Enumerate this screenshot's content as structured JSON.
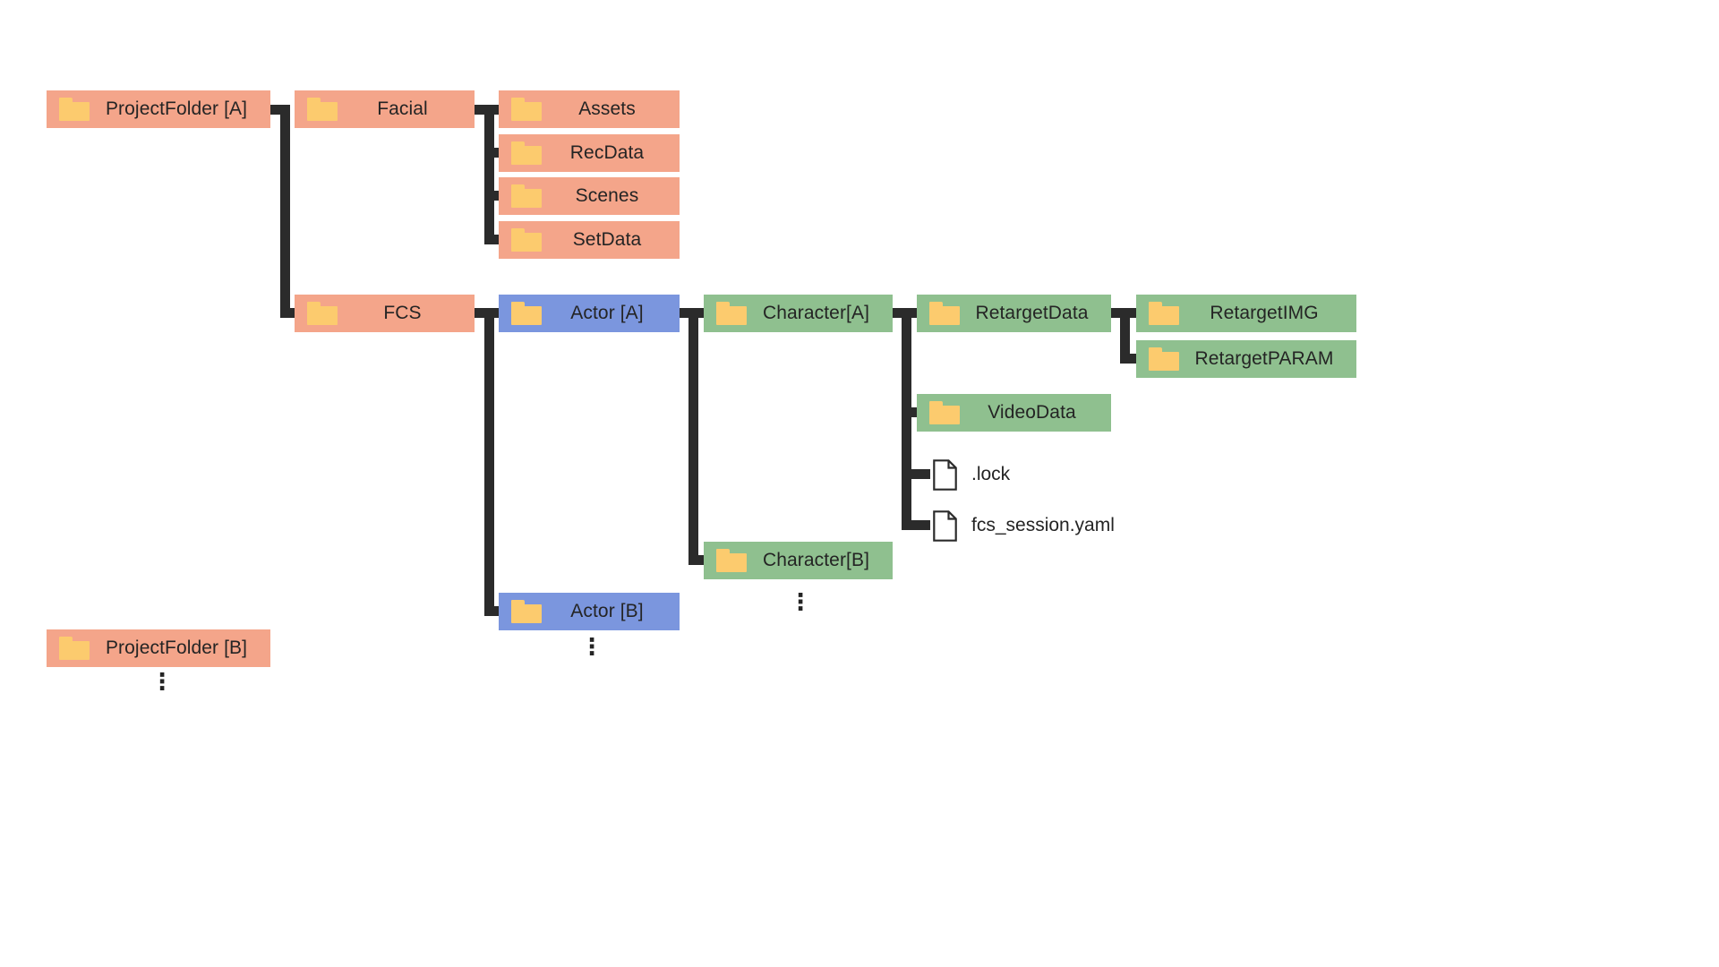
{
  "diagram": {
    "title": "Project folder structure",
    "background": "#ffffff",
    "colors": {
      "salmon": "#F4A58A",
      "blue": "#7B96DE",
      "green": "#8FC08F",
      "folder_icon": "#FCCB6E",
      "connector": "#2b2b2b",
      "text": "#242424"
    },
    "ellipsis_glyph": "⋮"
  },
  "nodes": {
    "project_folder_a": {
      "label": "ProjectFolder [A]",
      "icon": "folder-icon",
      "color": "salmon"
    },
    "facial": {
      "label": "Facial",
      "icon": "folder-icon",
      "color": "salmon"
    },
    "assets": {
      "label": "Assets",
      "icon": "folder-icon",
      "color": "salmon"
    },
    "recdata": {
      "label": "RecData",
      "icon": "folder-icon",
      "color": "salmon"
    },
    "scenes": {
      "label": "Scenes",
      "icon": "folder-icon",
      "color": "salmon"
    },
    "setdata": {
      "label": "SetData",
      "icon": "folder-icon",
      "color": "salmon"
    },
    "fcs": {
      "label": "FCS",
      "icon": "folder-icon",
      "color": "salmon"
    },
    "actor_a": {
      "label": "Actor [A]",
      "icon": "folder-icon",
      "color": "blue"
    },
    "actor_b": {
      "label": "Actor [B]",
      "icon": "folder-icon",
      "color": "blue"
    },
    "character_a": {
      "label": "Character[A]",
      "icon": "folder-icon",
      "color": "green"
    },
    "character_b": {
      "label": "Character[B]",
      "icon": "folder-icon",
      "color": "green"
    },
    "retarget_data": {
      "label": "RetargetData",
      "icon": "folder-icon",
      "color": "green"
    },
    "retarget_img": {
      "label": "RetargetIMG",
      "icon": "folder-icon",
      "color": "green"
    },
    "retarget_param": {
      "label": "RetargetPARAM",
      "icon": "folder-icon",
      "color": "green"
    },
    "video_data": {
      "label": "VideoData",
      "icon": "folder-icon",
      "color": "green"
    },
    "lock_file": {
      "label": ".lock",
      "icon": "file-icon"
    },
    "session_file": {
      "label": "fcs_session.yaml",
      "icon": "file-icon"
    },
    "project_folder_b": {
      "label": "ProjectFolder [B]",
      "icon": "folder-icon",
      "color": "salmon"
    }
  },
  "ellipses": {
    "under_actor_a_children": "⋮",
    "under_actor_b": "⋮",
    "under_project_folder_b": "⋮"
  }
}
